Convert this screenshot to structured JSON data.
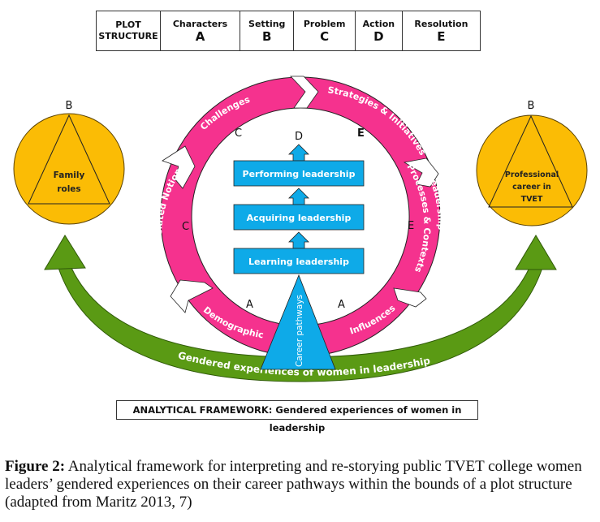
{
  "plot_table": {
    "header": "PLOT STRUCTURE",
    "header_line1": "PLOT",
    "header_line2": "STRUCTURE",
    "columns": [
      {
        "label": "Characters",
        "letter": "A"
      },
      {
        "label": "Setting",
        "letter": "B"
      },
      {
        "label": "Problem",
        "letter": "C"
      },
      {
        "label": "Action",
        "letter": "D"
      },
      {
        "label": "Resolution",
        "letter": "E"
      }
    ]
  },
  "left_circle": {
    "letter": "B",
    "line1": "Family",
    "line2": "roles"
  },
  "right_circle": {
    "letter": "B",
    "line1": "Professional",
    "line2": "career in",
    "line3": "TVET"
  },
  "ring_segments": [
    {
      "label": "Demographic",
      "letter": "A"
    },
    {
      "label": "Gender Related Notions",
      "letter": "C"
    },
    {
      "label": "Challenges",
      "letter": "C"
    },
    {
      "label": "Strategies & Initiatives",
      "letter": "E"
    },
    {
      "label": "Leadership",
      "label2": "Processes & Contexts",
      "letter": "E"
    },
    {
      "label": "Influences",
      "letter": "A"
    }
  ],
  "steps": {
    "top_letter": "D",
    "items": [
      "Performing leadership",
      "Acquiring leadership",
      "Learning leadership"
    ]
  },
  "career_triangle": "Career pathways",
  "green_arc": "Gendered experiences of women in leadership",
  "framework_box": "ANALYTICAL FRAMEWORK: Gendered experiences of women in leadership",
  "caption": {
    "label": "Figure 2:",
    "text": " Analytical framework for interpreting and re-storying public TVET college women leaders’ gendered experiences on their career pathways within the bounds of a plot structure (adapted from Maritz 2013, 7)"
  },
  "colors": {
    "pink": "#f5328e",
    "blue": "#0eaae8",
    "yellow": "#fbbc05",
    "green": "#5a9a14"
  }
}
